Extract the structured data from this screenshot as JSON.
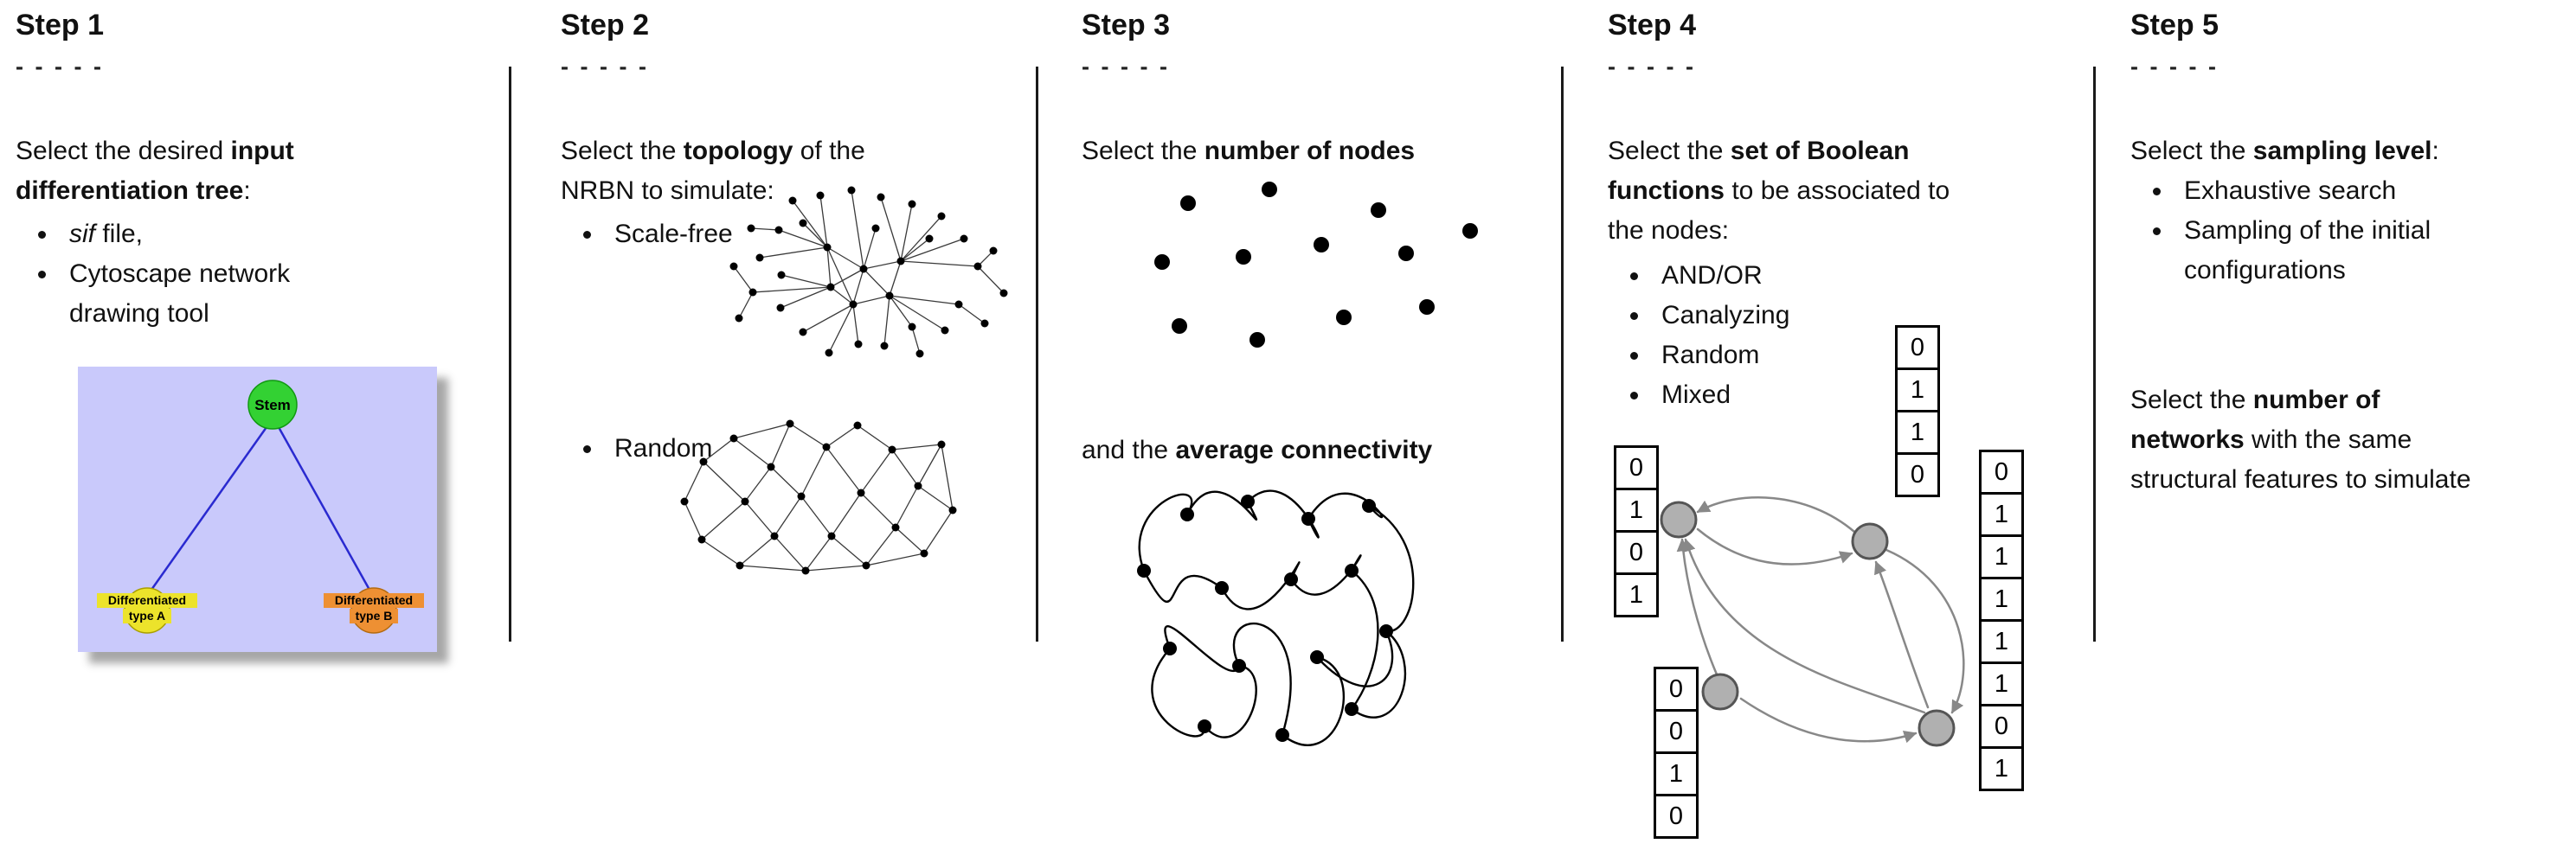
{
  "page": {
    "background": "#ffffff",
    "text_color": "#111111"
  },
  "steps": [
    {
      "title": "Step 1",
      "dashes": "- - - - -",
      "intro": [
        [
          {
            "t": "Select the desired ",
            "b": false
          },
          {
            "t": "input",
            "b": true
          }
        ],
        [
          {
            "t": "differentiation tree",
            "b": true
          },
          {
            "t": ":",
            "b": false
          }
        ]
      ],
      "bullets": [
        [
          [
            {
              "t": "sif",
              "i": true
            },
            {
              "t": " file,"
            }
          ]
        ],
        [
          [
            {
              "t": "Cytoscape network"
            }
          ],
          [
            {
              "t": "drawing tool"
            }
          ]
        ]
      ],
      "tree": {
        "stem_label": "Stem",
        "type_a_line1": "Differentiated",
        "type_a_line2": "type A",
        "type_b_line1": "Differentiated",
        "type_b_line2": "type B",
        "colors": {
          "background": "#c9c9fb",
          "stem": "#33d133",
          "type_a": "#ece32b",
          "type_b": "#ee9033",
          "edge": "#2a2ad0"
        }
      }
    },
    {
      "title": "Step 2",
      "dashes": "- - - - -",
      "intro": [
        [
          {
            "t": "Select the "
          },
          {
            "t": "topology",
            "b": true
          },
          {
            "t": " of the"
          }
        ],
        [
          {
            "t": "NRBN to simulate:"
          }
        ]
      ],
      "bullets": [
        [
          [
            {
              "t": "Scale-free"
            }
          ]
        ],
        [
          [
            {
              "t": "Random"
            }
          ]
        ]
      ]
    },
    {
      "title": "Step 3",
      "dashes": "- - - - -",
      "heading_nodes": [
        [
          {
            "t": "Select the "
          },
          {
            "t": "number of nodes",
            "b": true
          }
        ]
      ],
      "heading_connectivity": [
        [
          {
            "t": "and the "
          },
          {
            "t": "average connectivity",
            "b": true
          }
        ]
      ]
    },
    {
      "title": "Step 4",
      "dashes": "- - - - -",
      "intro": [
        [
          {
            "t": "Select the "
          },
          {
            "t": "set of Boolean",
            "b": true
          }
        ],
        [
          {
            "t": "functions",
            "b": true
          },
          {
            "t": " to be associated to"
          }
        ],
        [
          {
            "t": "the nodes:"
          }
        ]
      ],
      "bullets": [
        [
          [
            {
              "t": "AND/OR"
            }
          ]
        ],
        [
          [
            {
              "t": "Canalyzing"
            }
          ]
        ],
        [
          [
            {
              "t": "Random"
            }
          ]
        ],
        [
          [
            {
              "t": "Mixed"
            }
          ]
        ]
      ],
      "vectors": {
        "left": [
          "0",
          "1",
          "0",
          "1"
        ],
        "top": [
          "0",
          "1",
          "1",
          "0"
        ],
        "bottom_left": [
          "0",
          "0",
          "1",
          "0"
        ],
        "right": [
          "0",
          "1",
          "1",
          "1",
          "1",
          "1",
          "0",
          "1"
        ]
      },
      "node_color": "#b0b0b0"
    },
    {
      "title": "Step 5",
      "dashes": "- - - - -",
      "intro": [
        [
          {
            "t": "Select the "
          },
          {
            "t": "sampling level",
            "b": true
          },
          {
            "t": ":"
          }
        ]
      ],
      "bullets": [
        [
          [
            {
              "t": "Exhaustive search"
            }
          ]
        ],
        [
          [
            {
              "t": "Sampling of the initial"
            }
          ],
          [
            {
              "t": "configurations"
            }
          ]
        ]
      ],
      "networks": [
        [
          {
            "t": "Select the "
          },
          {
            "t": "number of",
            "b": true
          }
        ],
        [
          {
            "t": "networks",
            "b": true
          },
          {
            "t": " with the same"
          }
        ],
        [
          {
            "t": "structural features to simulate"
          }
        ]
      ]
    }
  ]
}
